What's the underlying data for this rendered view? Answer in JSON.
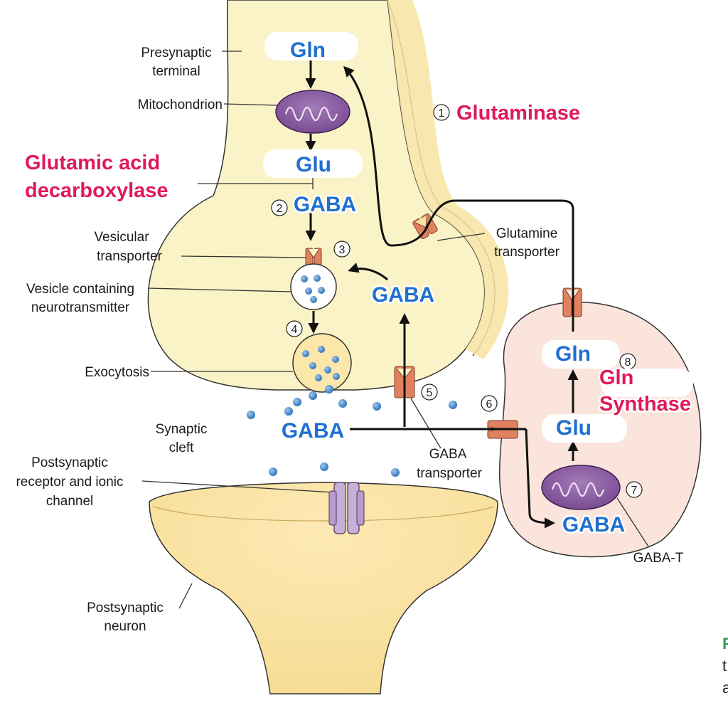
{
  "labels": {
    "presynaptic_terminal_1": "Presynaptic",
    "presynaptic_terminal_2": "terminal",
    "mitochondrion": "Mitochondrion",
    "vesicular_transporter_1": "Vesicular",
    "vesicular_transporter_2": "transporter",
    "vesicle_1": "Vesicle containing",
    "vesicle_2": "neurotransmitter",
    "exocytosis": "Exocytosis",
    "synaptic_cleft_1": "Synaptic",
    "synaptic_cleft_2": "cleft",
    "postsyn_receptor_1": "Postsynaptic",
    "postsyn_receptor_2": "receptor and ionic",
    "postsyn_receptor_3": "channel",
    "postsyn_neuron_1": "Postsynaptic",
    "postsyn_neuron_2": "neuron",
    "glutamine_transporter_1": "Glutamine",
    "glutamine_transporter_2": "transporter",
    "gaba_transporter_1": "GABA",
    "gaba_transporter_2": "transporter",
    "gaba_t": "GABA-T"
  },
  "molecules": {
    "gln_top": "Gln",
    "glu_top": "Glu",
    "gaba_2": "GABA",
    "gaba_recycle": "GABA",
    "gaba_cleft": "GABA",
    "gln_glia": "Gln",
    "glu_glia": "Glu",
    "gaba_glia": "GABA"
  },
  "enzymes": {
    "glutaminase": "Glutaminase",
    "gad_1": "Glutamic acid",
    "gad_2": "decarboxylase",
    "gln_synthase_1": "Gln",
    "gln_synthase_2": "Synthase"
  },
  "steps": {
    "s1": "1",
    "s2": "2",
    "s3": "3",
    "s4": "4",
    "s5": "5",
    "s6": "6",
    "s7": "7",
    "s8": "8"
  },
  "caption": {
    "line1": "F",
    "line2": "t",
    "line3": "a"
  },
  "colors": {
    "presynaptic_fill": "#fbf3c8",
    "postsynaptic_fill": "#f8e4a3",
    "glia_fill": "#fbe4dc",
    "transporter": "#e0825f",
    "mitochondrion": "#8c5aa3",
    "vesicle_dot": "#3d7fc4",
    "receptor": "#c7b0d6",
    "molecule_text": "#1f6fd1",
    "enzyme_text": "#e0195a"
  }
}
